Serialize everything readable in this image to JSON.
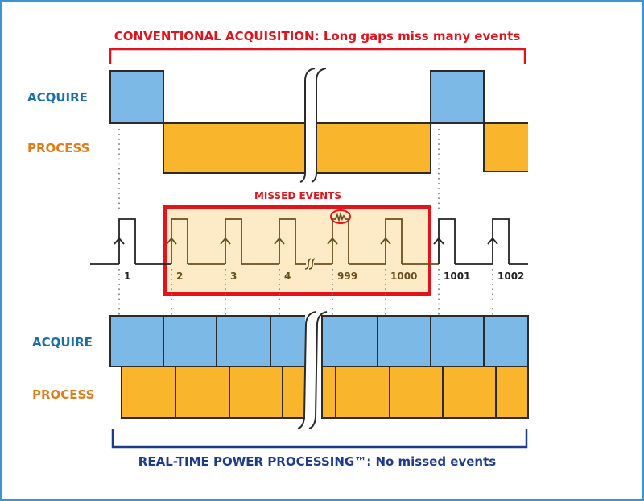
{
  "title_top": "CONVENTIONAL ACQUISITION: Long gaps miss many events",
  "title_bottom": "REAL-TIME POWER PROCESSING™: No missed events",
  "missed_label": "MISSED EVENTS",
  "rows": {
    "conventional": {
      "acquire_label": "ACQUIRE",
      "process_label": "PROCESS"
    },
    "realtime": {
      "acquire_label": "ACQUIRE",
      "process_label": "PROCESS"
    }
  },
  "events": [
    {
      "label": "1",
      "missed": false
    },
    {
      "label": "2",
      "missed": true
    },
    {
      "label": "3",
      "missed": true
    },
    {
      "label": "4",
      "missed": true
    },
    {
      "label": "999",
      "missed": true,
      "glitch": true
    },
    {
      "label": "1000",
      "missed": true
    },
    {
      "label": "1001",
      "missed": false
    },
    {
      "label": "1002",
      "missed": false
    }
  ],
  "colors": {
    "frame": "#3a95d4",
    "acquire_fill": "#7db9e6",
    "process_fill": "#f9b52b",
    "outline": "#2b2b2b",
    "red": "#e3131b",
    "navy": "#1d3b8f",
    "acquire_text": "#1a6fa8",
    "process_text": "#e07c1a",
    "missed_bg": "#fdebc8",
    "missed_signal": "#6b4e1e",
    "signal": "#222222",
    "dots": "#777777"
  },
  "icons": {
    "break": "axis-break-icon",
    "edge": "rising-edge-arrow-icon",
    "glitch": "glitch-circle-icon"
  }
}
